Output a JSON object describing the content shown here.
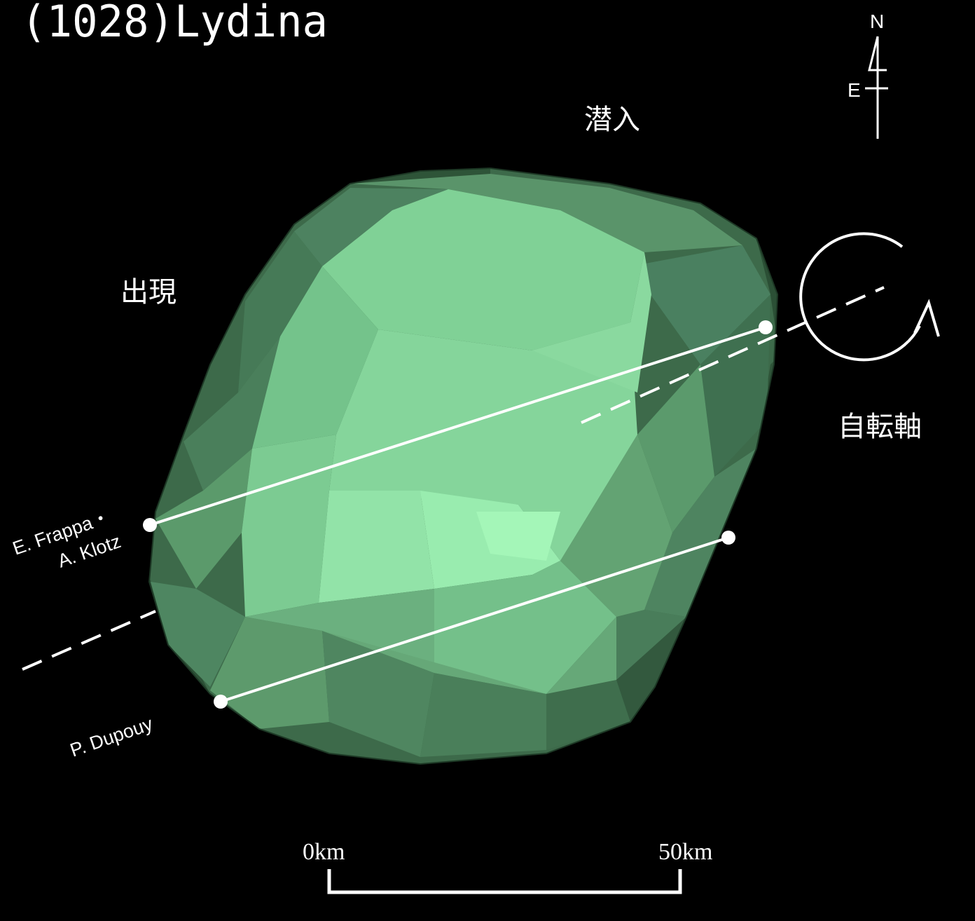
{
  "title": "(1028)Lydina",
  "labels": {
    "disappearance": "潜入",
    "reappearance": "出現",
    "spin_axis": "自転軸"
  },
  "compass": {
    "north": "N",
    "east": "E"
  },
  "observers": {
    "chord1_line1": "E. Frappa・",
    "chord1_line2": "A. Klotz",
    "chord2": "P. Dupouy"
  },
  "scale": {
    "start_label": "0km",
    "end_label": "50km"
  },
  "colors": {
    "background": "#000000",
    "body_light": "#9ef0b2",
    "body_dark": "#2f5a3c",
    "foreground": "#ffffff"
  }
}
